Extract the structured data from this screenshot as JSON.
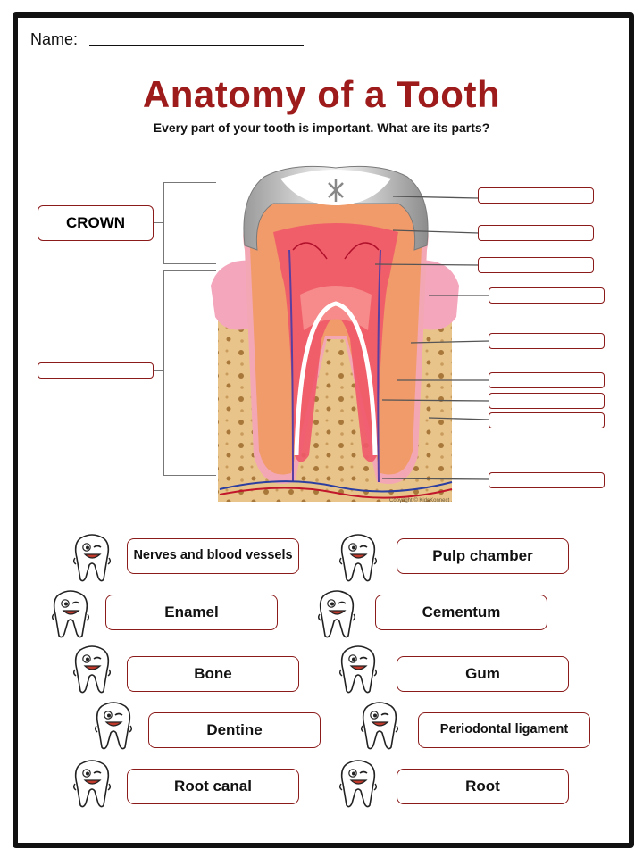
{
  "header": {
    "name_label": "Name:",
    "title": "Anatomy of a Tooth",
    "subtitle": "Every part of your tooth is important. What are its parts?"
  },
  "diagram": {
    "crown_label": "CROWN",
    "watermark": "Copyright © KidsKonnect"
  },
  "word_bank": [
    {
      "left": "Nerves and blood vessels",
      "right": "Pulp chamber"
    },
    {
      "left": "Enamel",
      "right": "Cementum"
    },
    {
      "left": "Bone",
      "right": "Gum"
    },
    {
      "left": "Dentine",
      "right": "Periodontal ligament"
    },
    {
      "left": "Root canal",
      "right": "Root"
    }
  ],
  "colors": {
    "title": "#9e1b1b",
    "box_border": "#8b1a1a",
    "frame": "#111111"
  }
}
